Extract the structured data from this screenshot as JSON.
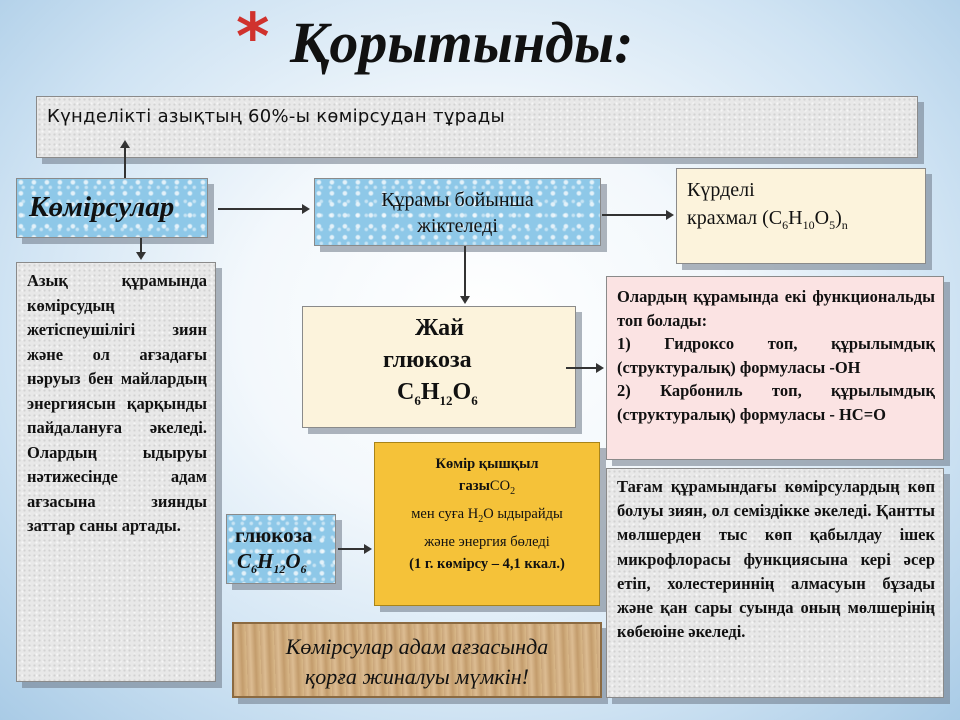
{
  "title": "Қорытынды:",
  "title_star": "*",
  "top_box": "Күнделікті азықтың 60%-ы көмірсудан тұрады",
  "komirsu_box": "Көмірсулар",
  "classified_box": [
    "Құрамы бойынша",
    "жіктеледі"
  ],
  "complex_box": {
    "line1": "Күрделі",
    "line2_prefix": "крахмал (C",
    "sub1": "6",
    "mid1": "H",
    "sub2": "10",
    "mid2": "O",
    "sub3": "5",
    "suffix": ")",
    "sub4": "n"
  },
  "simple_box": {
    "line1": "Жай",
    "line2": "глюкоза",
    "c": "C",
    "c_sub": "6",
    "h": "H",
    "h_sub": "12",
    "o": "O",
    "o_sub": "6"
  },
  "functional_box": {
    "p1": "Олардың құрамында екі функциональды топ болады:",
    "p2": "1) Гидроксо топ, құрылымдық (структуралық) формуласы -OH",
    "p3": "2) Карбониль топ, құрылымдық (структуралық) формуласы - HC=O"
  },
  "left_box": "Азық құрамында көмірсудың жетіспеушілігі зиян және ол ағзадағы нәруыз бен майлардың энергиясын қарқынды пайдалануға әкеледі. Олардың ыдыруы нәтижесінде адам ағзасына зиянды заттар саны артады.",
  "glucose_small": {
    "word": "глюкоза",
    "c": "C",
    "c_sub": "6",
    "h": "H",
    "h_sub": "12",
    "o": "O",
    "o_sub": "6"
  },
  "co2_box": {
    "l1": "Көмір қышқыл",
    "l2_prefix": "газы",
    "l2_formula": "CO",
    "l2_sub": "2",
    "l3_prefix": "мен суға H",
    "l3_sub": "2",
    "l3_suffix": "O ыдырайды",
    "l4": "және энергия бөледі",
    "l5": "(1 г. көмірсу – 4,1  ккал.)"
  },
  "fat_box": [
    "Көмірсулар адам ағзасында",
    "қорға жиналуы мүмкін!"
  ],
  "harm_box": "Тағам құрамындағы көмірсулардың көп болуы зиян, ол семіздікке әкеледі. Қантты мөлшерден тыс көп қабылдау ішек микрофлорасы функциясына кері әсер етіп, холестериннің алмасуын бұзады және қан сары суында оның мөлшерінің көбеюіне әкеледі."
}
